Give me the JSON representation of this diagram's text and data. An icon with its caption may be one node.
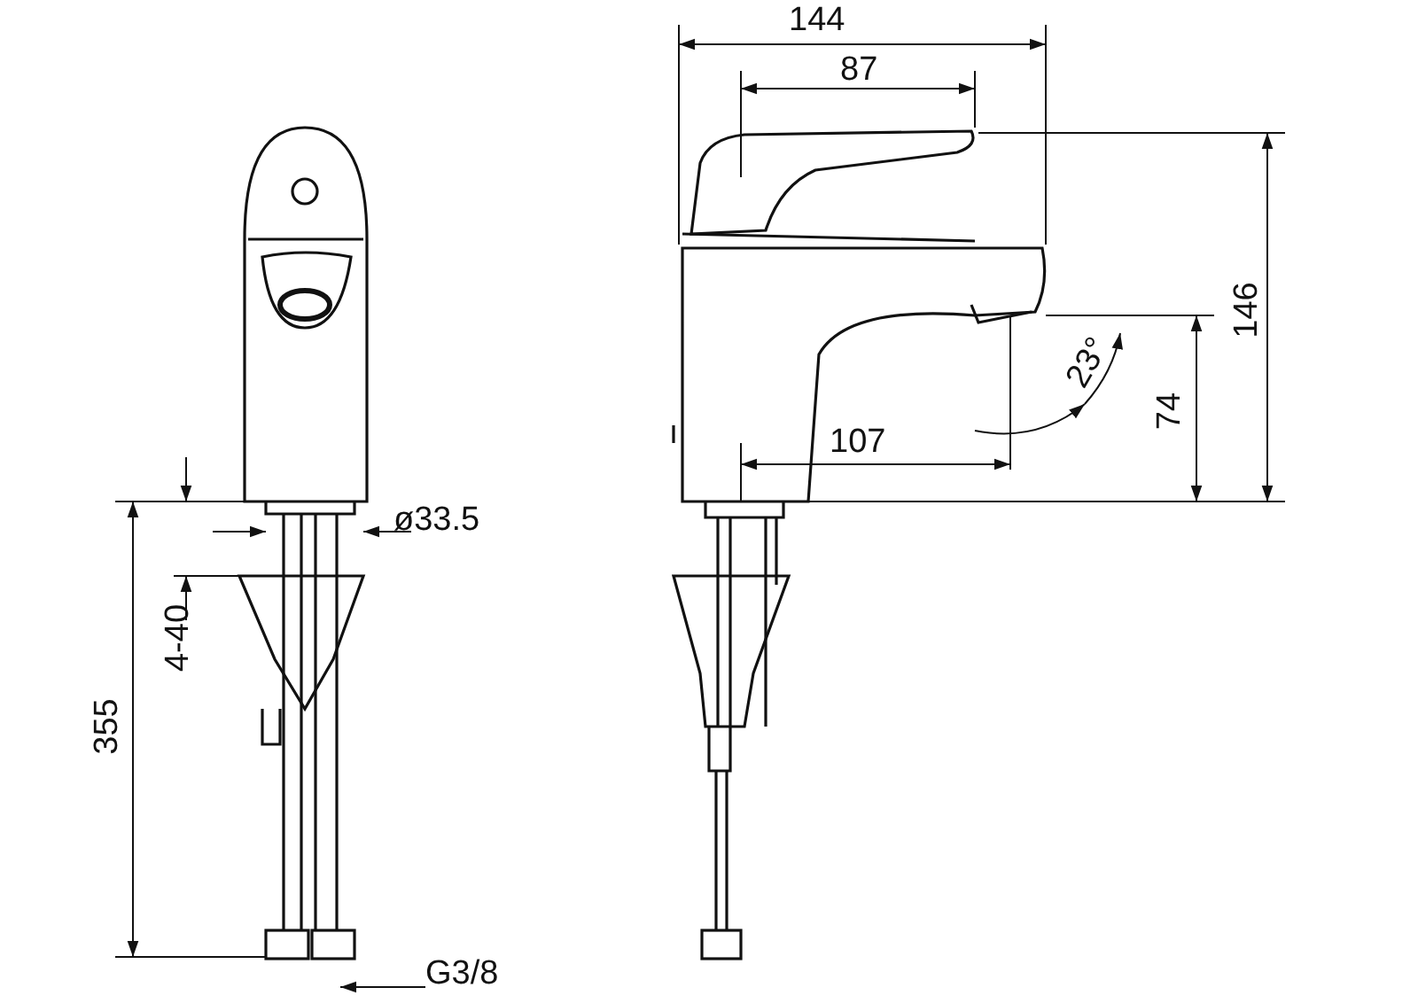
{
  "diagram": {
    "labels": [
      "144",
      "87",
      "146",
      "23°",
      "74",
      "107",
      "ø33.5",
      "4-40",
      "355",
      "G3/8"
    ]
  }
}
